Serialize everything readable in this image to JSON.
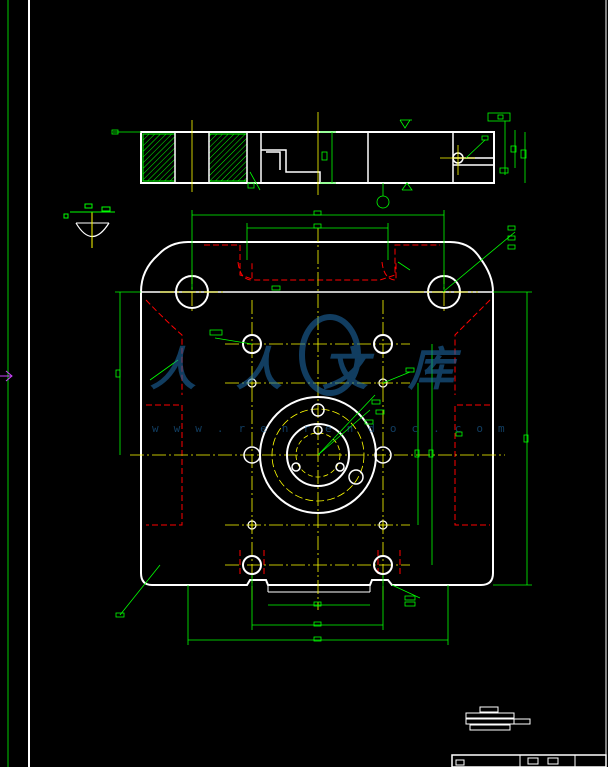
{
  "drawing": {
    "background": "#000000",
    "colors": {
      "outline": "#ffffff",
      "centerline": "#ffff00",
      "hidden": "#ff0000",
      "dimension": "#00ff00",
      "hatch": "#00ff00",
      "pointer": "#cc44ff",
      "border": "#ffffff"
    }
  },
  "watermark": {
    "brand": "人人文库",
    "url": "www.renrendoc.com",
    "color": "#1f6fb0"
  },
  "icons": {
    "view_marker": "section-view-symbol",
    "cursor": "arrow-pointer-icon"
  }
}
